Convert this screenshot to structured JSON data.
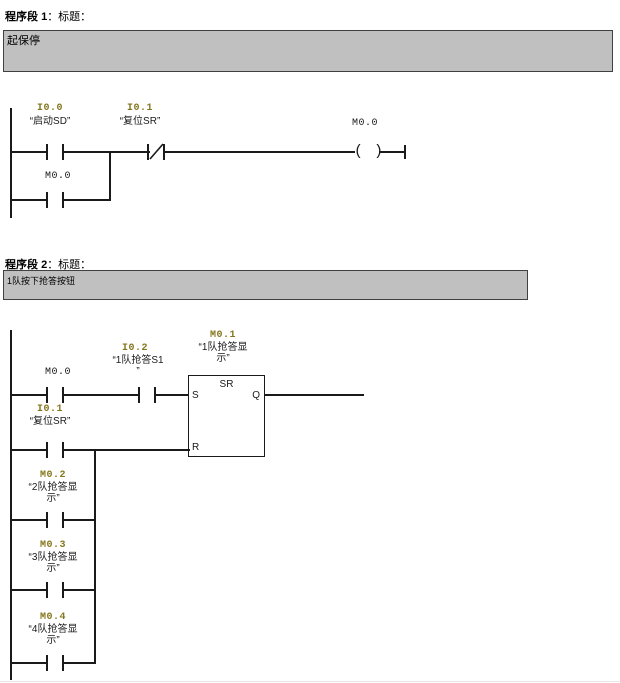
{
  "networks": [
    {
      "header_prefix": "程序段",
      "header_number": "1",
      "header_suffix": "：标题：",
      "comment": "起保停",
      "elements": {
        "c1_addr": "I0.0",
        "c1_symbol": "“启动SD”",
        "c2_addr": "I0.1",
        "c2_symbol": "“复位SR”",
        "coil_addr": "M0.0",
        "branch_addr": "M0.0"
      }
    },
    {
      "header_prefix": "程序段",
      "header_number": "2",
      "header_suffix": "：标题：",
      "comment": "1队按下抢答按钮",
      "elements": {
        "c1_addr": "M0.0",
        "c2_addr": "I0.2",
        "c2_symbol_line1": "“1队抢答S1",
        "c2_symbol_line2": "”",
        "block_addr": "M0.1",
        "block_symbol_line1": "“1队抢答显",
        "block_symbol_line2": "示”",
        "block_name": "SR",
        "pin_s": "S",
        "pin_q": "Q",
        "pin_r": "R",
        "r1_addr": "I0.1",
        "r1_symbol": "“复位SR”",
        "r2_addr": "M0.2",
        "r2_symbol_line1": "“2队抢答显",
        "r2_symbol_line2": "示”",
        "r3_addr": "M0.3",
        "r3_symbol_line1": "“3队抢答显",
        "r3_symbol_line2": "示”",
        "r4_addr": "M0.4",
        "r4_symbol_line1": "“4队抢答显",
        "r4_symbol_line2": "示”"
      }
    }
  ],
  "colors": {
    "address": "#84761c",
    "wire": "#1a1a1a",
    "comment_bg": "#c0c0c0",
    "comment_border": "#404040"
  }
}
